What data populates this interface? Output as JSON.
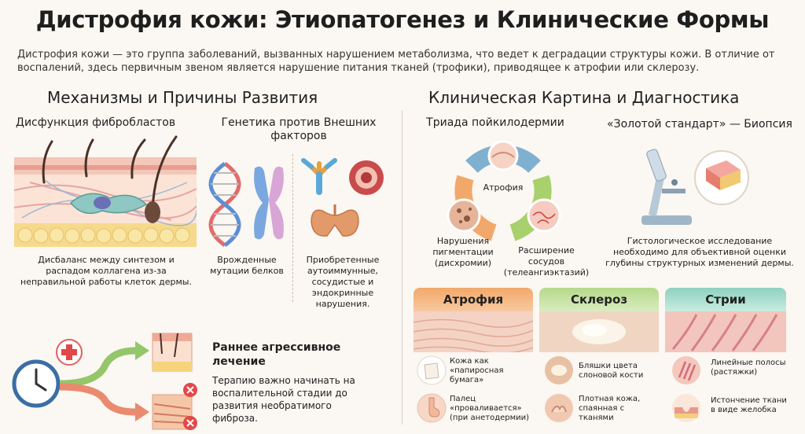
{
  "title": "Дистрофия кожи: Этиопатогенез и Клинические Формы",
  "intro": "Дистрофия кожи — это группа заболеваний, вызванных нарушением метаболизма, что ведет к деградации структуры кожи. В отличие от воспалений, здесь первичным звеном является нарушение питания тканей (трофики), приводящее к атрофии или склерозу.",
  "left": {
    "heading": "Механизмы и Причины Развития",
    "fibro": {
      "title": "Дисфункция фибробластов",
      "caption": "Дисбаланс между синтезом и распадом коллагена из-за неправильной работы клеток дермы."
    },
    "genetics": {
      "title": "Генетика против Внешних факторов",
      "innate": "Врожденные мутации белков",
      "acquired": "Приобретенные аутоиммунные, сосудистые и эндокринные нарушения."
    },
    "treatment": {
      "title": "Раннее агрессивное лечение",
      "text": "Терапию важно начинать на воспалительной стадии до развития необратимого фиброза."
    }
  },
  "right": {
    "heading": "Клиническая Картина и Диагностика",
    "triad": {
      "title": "Триада пойкилодермии",
      "center": "Атрофия",
      "pigment": "Нарушения пигментации (дисхромии)",
      "vessels": "Расширение сосудов (телеангиэктазий)"
    },
    "biopsy": {
      "title": "«Золотой стандарт» — Биопсия",
      "text": "Гистологическое исследование необходимо для объективной оценки глубины структурных изменений дермы."
    },
    "forms": [
      {
        "name": "Атрофия",
        "sign1": "Кожа как «папиросная бумага»",
        "sign2": "Палец «проваливается» (при анетодермии)"
      },
      {
        "name": "Склероз",
        "sign1": "Бляшки цвета слоновой кости",
        "sign2": "Плотная кожа, спаянная с тканями"
      },
      {
        "name": "Стрии",
        "sign1": "Линейные полосы (растяжки)",
        "sign2": "Истончение ткани в виде желобка"
      }
    ]
  },
  "colors": {
    "atrophy": "#f2a86a",
    "sclerosis": "#b5d98a",
    "striae": "#8fd1bf",
    "triad_blue": "#7fb0d0"
  }
}
